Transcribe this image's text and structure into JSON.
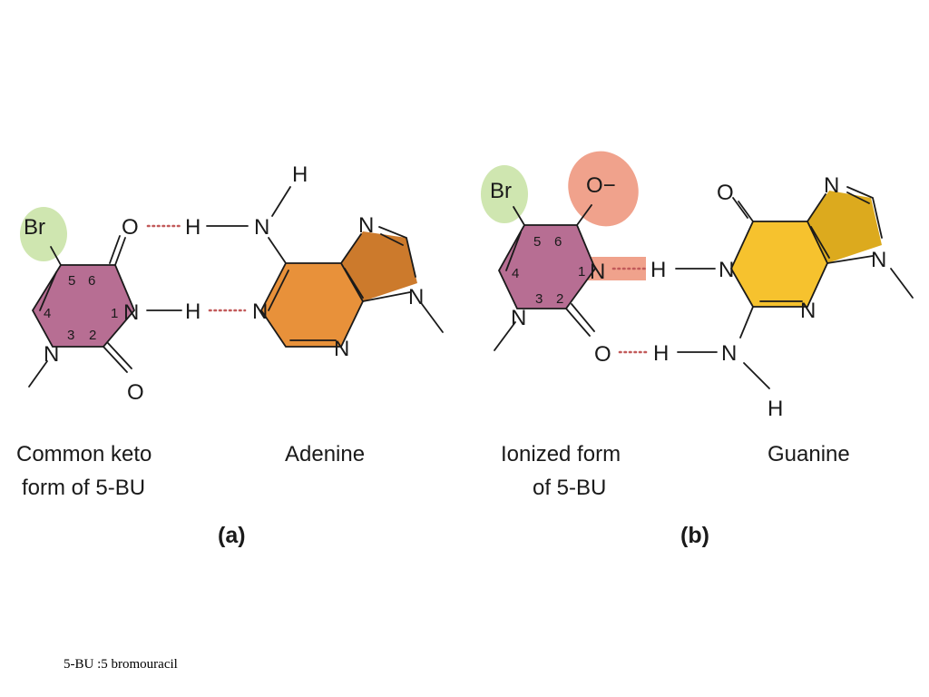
{
  "atoms": {
    "br": "Br",
    "o": "O",
    "o_minus": "O−",
    "n": "N",
    "h": "H"
  },
  "ring_numbers": {
    "n1": "1",
    "n2": "2",
    "n3": "3",
    "n4": "4",
    "n5": "5",
    "n6": "6"
  },
  "panel_a": {
    "left_caption_line1": "Common keto",
    "left_caption_line2": "form of 5-BU",
    "right_caption": "Adenine",
    "label": "(a)"
  },
  "panel_b": {
    "left_caption_line1": "Ionized form",
    "left_caption_line2": "of 5-BU",
    "right_caption": "Guanine",
    "label": "(b)"
  },
  "footnote": "5-BU :5 bromouracil",
  "colors": {
    "bu_ring": "#b76e93",
    "adenine": "#e8913a",
    "adenine_dark": "#cc7a2c",
    "guanine": "#f6c22e",
    "guanine_dark": "#dcaa1e",
    "br_highlight": "#cfe6b0",
    "ion_highlight": "#f0a28c",
    "hbond": "#c25a5a"
  }
}
